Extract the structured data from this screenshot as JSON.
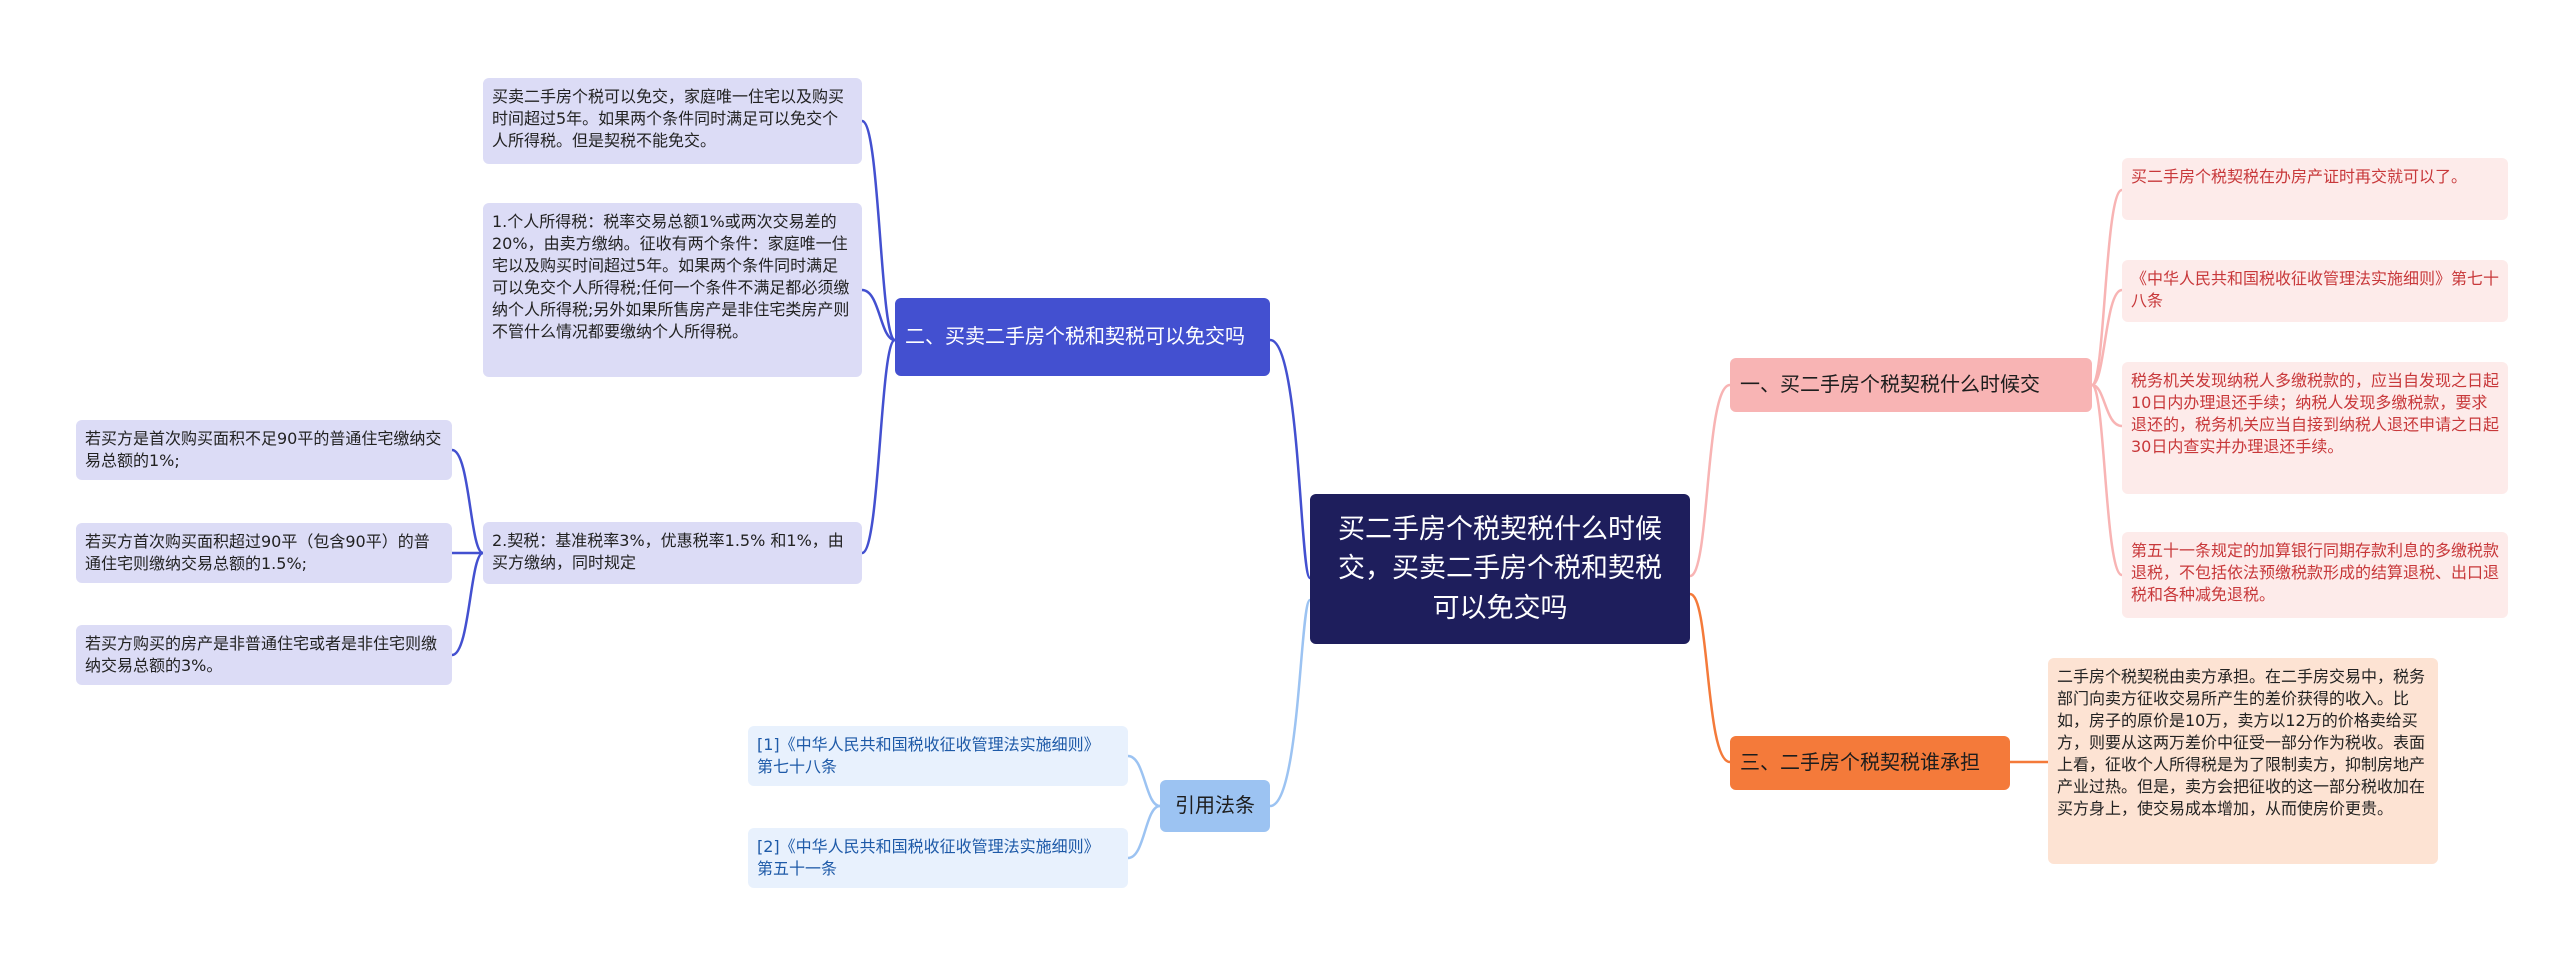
{
  "root": {
    "title": "买二手房个税契税什么时候交，买卖二手房个税和契税可以免交吗"
  },
  "branches": {
    "b1": {
      "title": "一、买二手房个税契税什么时候交",
      "items": [
        "买二手房个税契税在办房产证时再交就可以了。",
        "《中华人民共和国税收征收管理法实施细则》第七十八条",
        "税务机关发现纳税人多缴税款的，应当自发现之日起10日内办理退还手续；纳税人发现多缴税款，要求退还的，税务机关应当自接到纳税人退还申请之日起30日内查实并办理退还手续。",
        "第五十一条规定的加算银行同期存款利息的多缴税款退税，不包括依法预缴税款形成的结算退税、出口退税和各种减免退税。"
      ]
    },
    "b2": {
      "title": "二、买卖二手房个税和契税可以免交吗",
      "items": [
        "买卖二手房个税可以免交，家庭唯一住宅以及购买时间超过5年。如果两个条件同时满足可以免交个人所得税。但是契税不能免交。",
        "1.个人所得税：税率交易总额1%或两次交易差的20%，由卖方缴纳。征收有两个条件：家庭唯一住宅以及购买时间超过5年。如果两个条件同时满足可以免交个人所得税;任何一个条件不满足都必须缴纳个人所得税;另外如果所售房产是非住宅类房产则不管什么情况都要缴纳个人所得税。",
        "2.契税：基准税率3%，优惠税率1.5% 和1%，由买方缴纳，同时规定"
      ],
      "sub_items": [
        "若买方是首次购买面积不足90平的普通住宅缴纳交易总额的1%;",
        "若买方首次购买面积超过90平（包含90平）的普通住宅则缴纳交易总额的1.5%;",
        "若买方购买的房产是非普通住宅或者是非住宅则缴纳交易总额的3%。"
      ]
    },
    "b3": {
      "title": "三、二手房个税契税谁承担",
      "items": [
        "二手房个税契税由卖方承担。在二手房交易中，税务部门向卖方征收交易所产生的差价获得的收入。比如，房子的原价是10万，卖方以12万的价格卖给买方，则要从这两万差价中征受一部分作为税收。表面上看，征收个人所得税是为了限制卖方，抑制房地产产业过热。但是，卖方会把征收的这一部分税收加在买方身上，使交易成本增加，从而使房价更贵。"
      ]
    },
    "b4": {
      "title": "引用法条",
      "items": [
        "[1]《中华人民共和国税收征收管理法实施细则》 第七十八条",
        "[2]《中华人民共和国税收征收管理法实施细则》 第五十一条"
      ]
    }
  },
  "colors": {
    "root": "#1e1e5c",
    "branch_blue": "#4350d0",
    "branch_pink": "#f8b4b4",
    "branch_orange": "#f47a3a",
    "branch_light": "#9cc3f2",
    "leaf_purple": "#dcdcf6",
    "leaf_pink": "#fdebea",
    "leaf_pink_text": "#c8383a",
    "leaf_orange": "#fde3d3",
    "leaf_blue": "#e8f1fd",
    "leaf_blue_text": "#1e5aa8"
  }
}
